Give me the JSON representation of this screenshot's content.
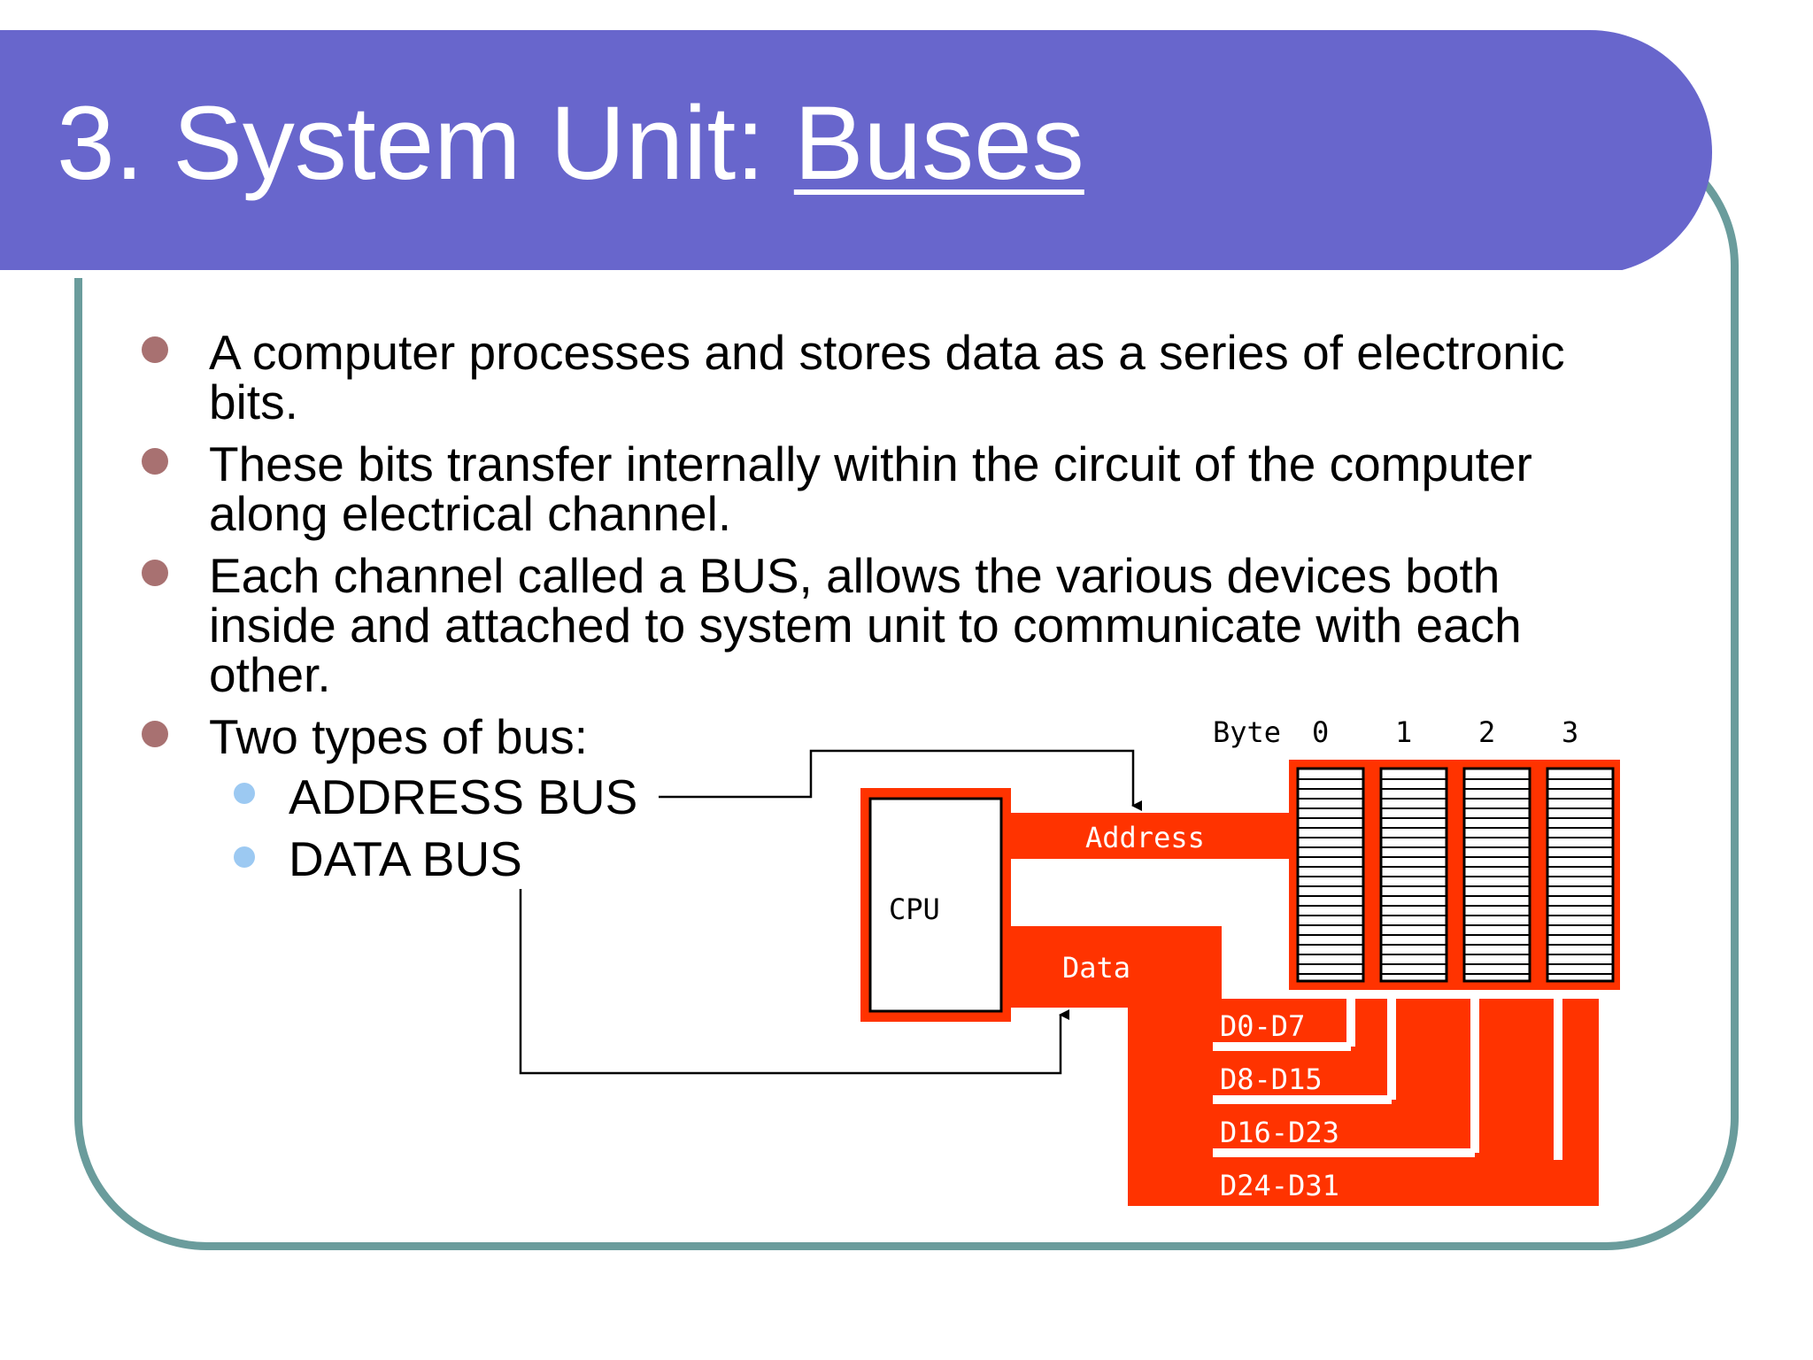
{
  "slide": {
    "title_prefix": "3. System Unit: ",
    "title_link": "Buses",
    "bullets": [
      "A computer processes and stores data as a series of electronic bits.",
      "These bits transfer internally within the circuit of the computer along electrical channel.",
      "Each channel called a BUS, allows the various devices both inside and attached to system unit to communicate with each other.",
      "Two types of bus:"
    ],
    "sub_bullets": [
      "ADDRESS BUS",
      "DATA BUS"
    ]
  },
  "diagram": {
    "cpu_label": "CPU",
    "address_label": "Address",
    "data_label": "Data",
    "byte_header": "Byte",
    "byte_numbers": [
      "0",
      "1",
      "2",
      "3"
    ],
    "data_lines": [
      "D0-D7",
      "D8-D15",
      "D16-D23",
      "D24-D31"
    ]
  },
  "colors": {
    "title_band": "#6866cc",
    "frame_border": "#6a9c9c",
    "bullet_dot": "#a87171",
    "sub_bullet_dot": "#9cc9f2",
    "bus_red": "#ff3300"
  }
}
